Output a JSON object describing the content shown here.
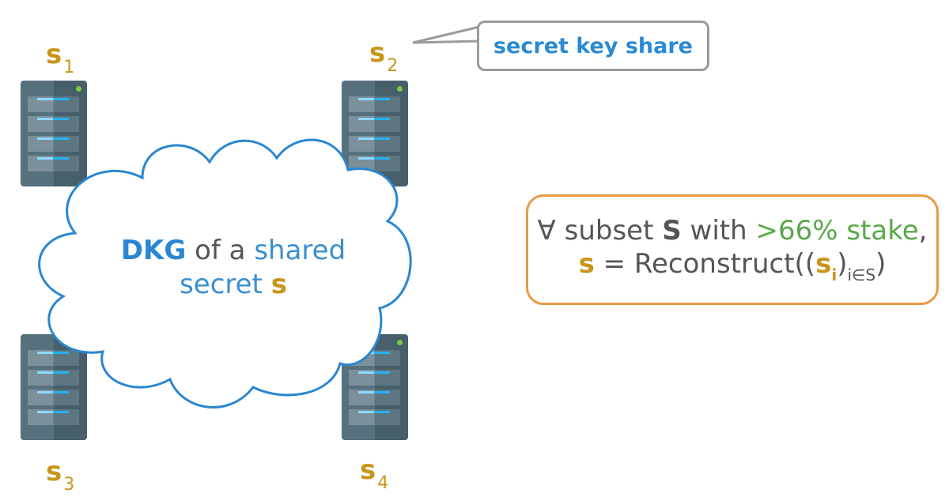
{
  "servers": [
    {
      "label": "s",
      "index": "1"
    },
    {
      "label": "s",
      "index": "2"
    },
    {
      "label": "s",
      "index": "3"
    },
    {
      "label": "s",
      "index": "4"
    }
  ],
  "callout": {
    "text": "secret key share"
  },
  "cloud": {
    "dkg": "DKG",
    "of_a": " of a ",
    "shared": "shared",
    "secret": "secret ",
    "s": "s"
  },
  "formula": {
    "forall": "∀",
    "subset": " subset ",
    "S": "S",
    "with": " with ",
    "stake": ">66% stake",
    "comma": ",",
    "s": "s",
    "equals": " = Reconstruct((",
    "si": "s",
    "i": "i",
    "close1": ")",
    "sub_index": "i∈S",
    "close2": ")"
  },
  "colors": {
    "gold": "#c8951a",
    "blue": "#2a86d0",
    "green": "#5aa84a",
    "orange_border": "#ea9a44",
    "gray_border": "#9a9a9a"
  }
}
